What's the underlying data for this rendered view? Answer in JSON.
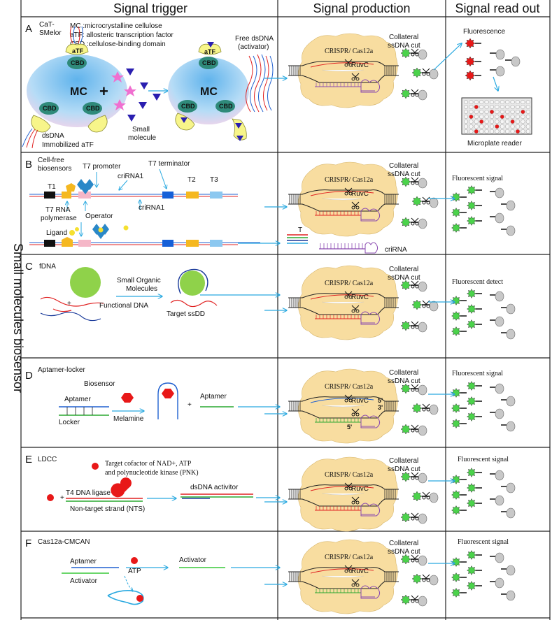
{
  "headers": {
    "signal_trigger": "Signal trigger",
    "signal_production": "Signal production",
    "signal_read_out": "Signal read out"
  },
  "side_label": "Small molecules biosensor",
  "common": {
    "crispr": "CRISPR/ Cas12a",
    "ruvc": "RuvC",
    "collateral": "Collateral",
    "ssdna_cut": "ssDNA cut"
  },
  "panel_a": {
    "letter": "A",
    "name_line1": "CaT-",
    "name_line2": "SMelor",
    "def_mc": "MC :microcrystalline cellulose",
    "def_atf": "aTF: allosteric transcription factor",
    "def_cbd": "CBD :cellulose-binding domain",
    "atf": "aTF",
    "cbd": "CBD",
    "mc": "MC",
    "plus": "+",
    "dsdna": "dsDNA",
    "immobilized": "Immobilized aTF",
    "small_molecule_1": "Small",
    "small_molecule_2": "molecule",
    "free_dsdna_1": "Free dsDNA",
    "free_dsdna_2": "(activator)",
    "fluorescence": "Fluorescence",
    "microplate": "Microplate reader"
  },
  "panel_b": {
    "letter": "B",
    "name_line1": "Cell-free",
    "name_line2": "biosensors",
    "t7_promoter": "T7 promoter",
    "t7_terminator": "T7 terminator",
    "crirna1_top": "criRNA1",
    "crirna1_bottom": "criRNA1",
    "t1": "T1",
    "t2": "T2",
    "t3": "T3",
    "t7_rna_1": "T7 RNA",
    "t7_rna_2": "polymerase",
    "operator": "Operator",
    "ligand": "Ligand",
    "t_label": "T",
    "crirna": "criRNA",
    "readout": "Fluorescent signal"
  },
  "panel_c": {
    "letter": "C",
    "name": "fDNA",
    "small_organic_1": "Small  Organic",
    "small_organic_2": "Molecules",
    "plus": "+",
    "functional_dna": "Functional DNA",
    "target_ssdd": "Target  ssDD",
    "readout": "Fluorescent detect"
  },
  "panel_d": {
    "letter": "D",
    "name": "Aptamer-locker",
    "biosensor": "Biosensor",
    "aptamer": "Aptamer",
    "locker": "Locker",
    "melamine": "Melamine",
    "plus": "+",
    "aptamer_right": "Aptamer",
    "five_prime": "5'",
    "three_prime": "3'",
    "five_prime_bottom": "5'",
    "readout": "Fluorescent signal"
  },
  "panel_e": {
    "letter": "E",
    "name": "LDCC",
    "target_1": "Target cofactor of NAD+, ATP",
    "target_2": "and polynucleotide kinase (PNK)",
    "t4_ligase": "T4 DNA ligase",
    "plus": "+",
    "nts": "Non-target strand (NTS)",
    "dsdna_activator": "dsDNA activitor",
    "readout": "Fluorescent signal"
  },
  "panel_f": {
    "letter": "F",
    "name": "Cas12a-CMCAN",
    "aptamer": "Aptamer",
    "atp": "ATP",
    "activator_left": "Activator",
    "activator_right": "Activator",
    "readout": "Fluorescent signal"
  },
  "colors": {
    "arrow": "#29a9e0",
    "cas_blob": "#f8dda0",
    "reporter_green": "#4bd34b",
    "reporter_red": "#e81818",
    "atf_yellow": "#f7f58a",
    "cbd_teal": "#2f8a7a",
    "mc_blue": "#8ec9f0",
    "mc_pink": "#f2cfe8",
    "molecule_pink": "#f06fd0",
    "molecule_blue": "#2a1fb0",
    "ligand_green": "#8fd24a",
    "dna_red": "#e02020",
    "dna_blue": "#2060d0",
    "dna_green": "#2aa830",
    "crrna_purple": "#8a4ab0",
    "cut_gray": "#c8c8c8"
  }
}
